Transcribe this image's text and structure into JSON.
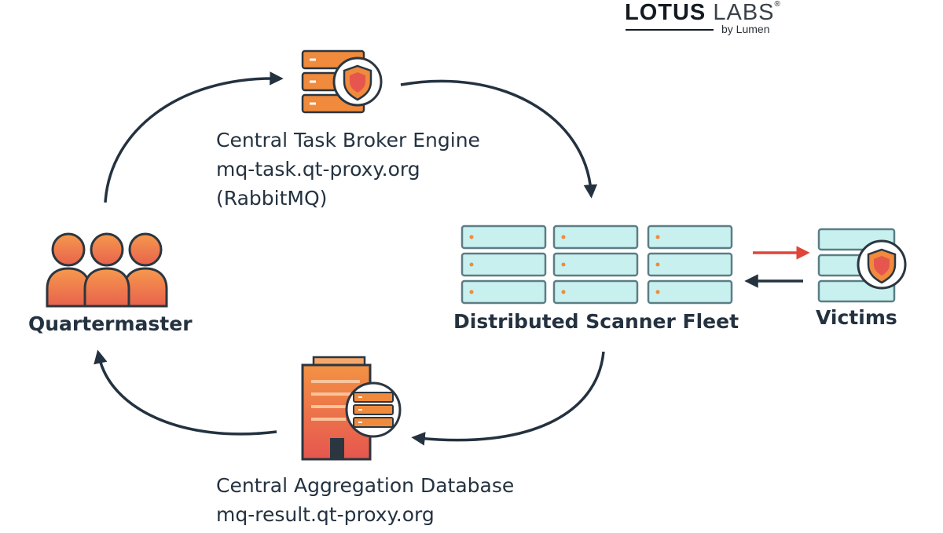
{
  "logo": {
    "brand_bold": "LOTUS",
    "brand_light": "LABS",
    "tagline": "by Lumen"
  },
  "nodes": {
    "broker": {
      "lines": [
        "Central Task Broker Engine",
        "mq-task.qt-proxy.org",
        "(RabbitMQ)"
      ]
    },
    "quartermaster": {
      "label": "Quartermaster"
    },
    "scanner": {
      "label": "Distributed Scanner Fleet"
    },
    "victims": {
      "label": "Victims"
    },
    "database": {
      "lines": [
        "Central Aggregation Database",
        "mq-result.qt-proxy.org"
      ]
    }
  },
  "colors": {
    "orange": "#f08a3c",
    "orange_light": "#f6a86c",
    "orange_gradient_end": "#e45a4f",
    "teal": "#c7f0ee",
    "teal_stroke": "#5b7d86",
    "dark": "#243240",
    "red_arrow": "#e0453a"
  },
  "icons": {
    "broker": "server-shield-icon",
    "quartermaster": "users-group-icon",
    "scanner": "server-grid-icon",
    "victims": "server-shield-icon",
    "database": "building-database-icon"
  }
}
